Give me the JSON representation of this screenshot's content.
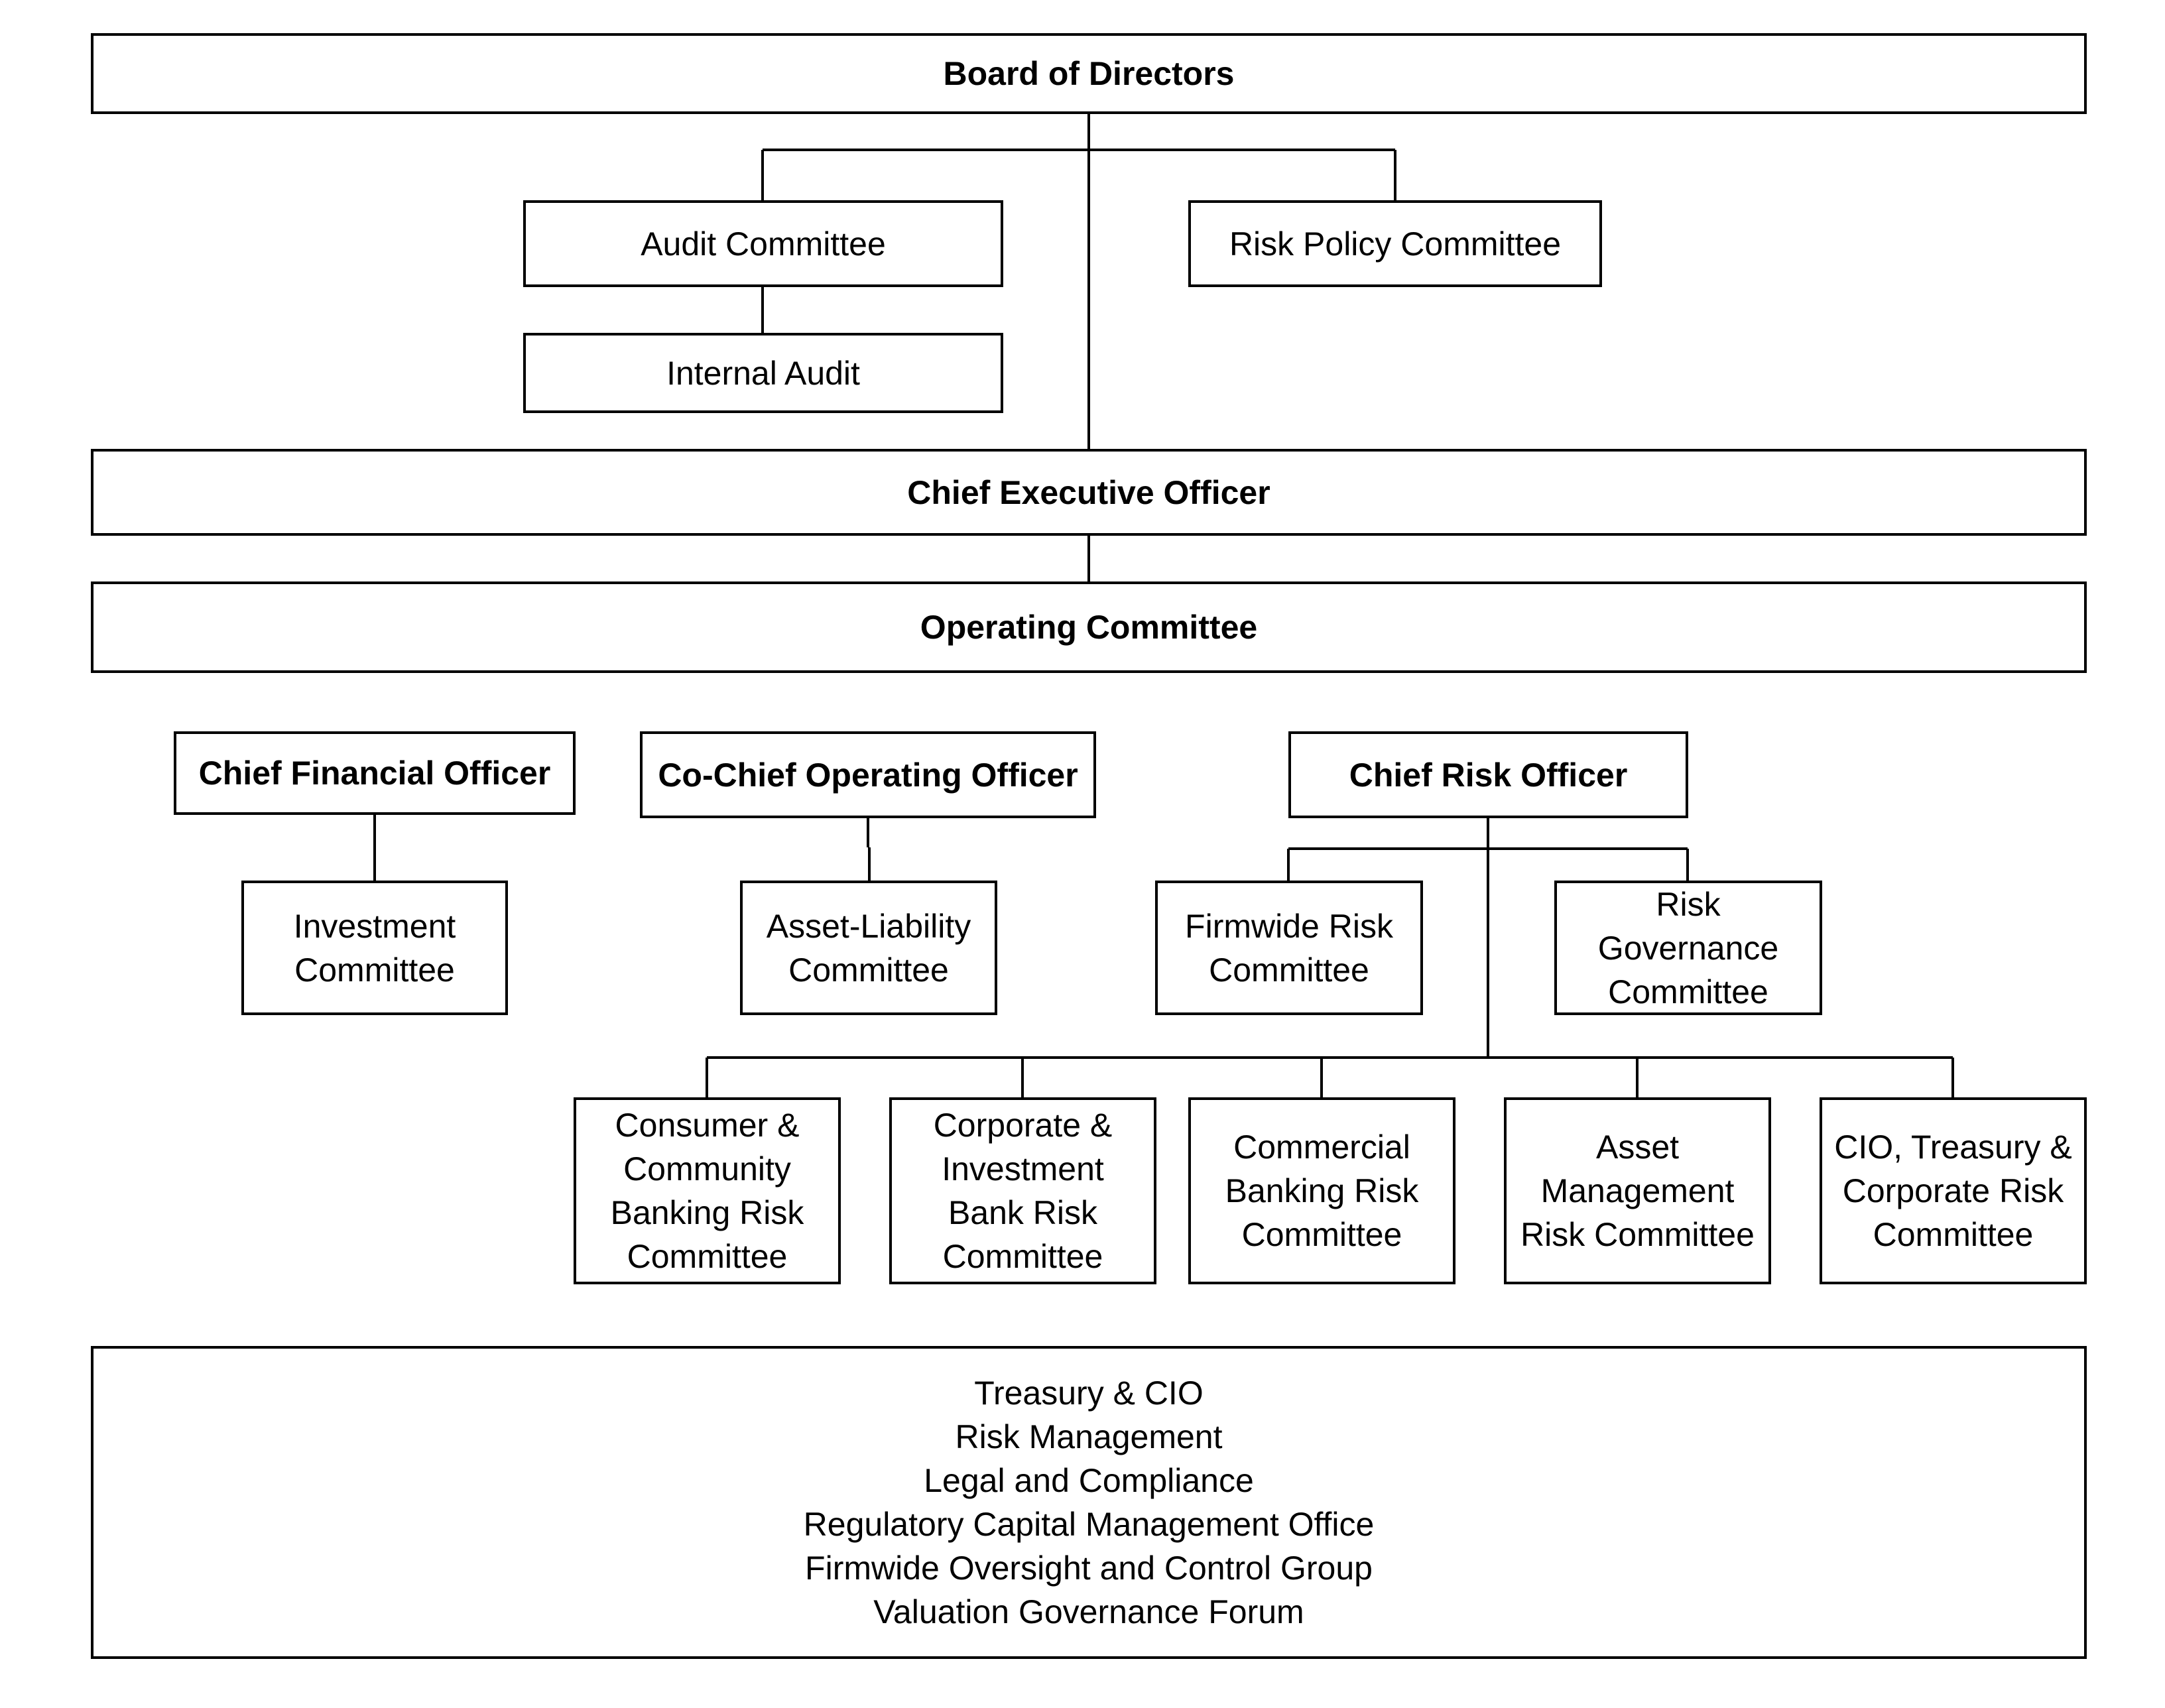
{
  "org_chart": {
    "board": "Board of Directors",
    "audit_committee": "Audit Committee",
    "risk_policy_committee": "Risk Policy Committee",
    "internal_audit": "Internal Audit",
    "ceo": "Chief Executive Officer",
    "operating_committee": "Operating Committee",
    "cfo": "Chief Financial Officer",
    "co_coo": "Co-Chief Operating Officer",
    "cro": "Chief Risk Officer",
    "investment_committee": "Investment\nCommittee",
    "alco": "Asset-Liability\nCommittee",
    "firmwide_risk_committee": "Firmwide Risk\nCommittee",
    "risk_governance_committee": "Risk\nGovernance\nCommittee",
    "ccb_risk_committee": "Consumer &\nCommunity\nBanking Risk\nCommittee",
    "cib_risk_committee": "Corporate &\nInvestment\nBank Risk\nCommittee",
    "cb_risk_committee": "Commercial\nBanking Risk\nCommittee",
    "am_risk_committee": "Asset\nManagement\nRisk Committee",
    "cio_treasury_risk_committee": "CIO, Treasury &\nCorporate Risk\nCommittee",
    "support_functions": [
      "Treasury & CIO",
      "Risk Management",
      "Legal and Compliance",
      "Regulatory Capital Management Office",
      "Firmwide Oversight and Control Group",
      "Valuation Governance Forum"
    ]
  }
}
